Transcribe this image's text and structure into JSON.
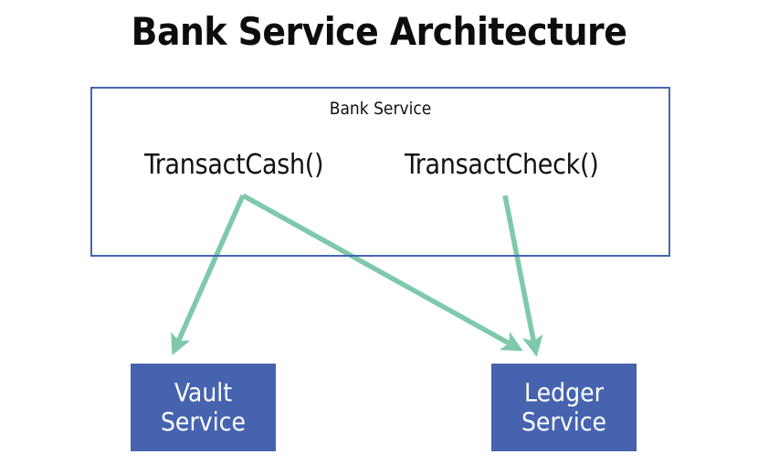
{
  "title": "Bank Service Architecture",
  "container": {
    "label": "Bank Service",
    "border_color": "#4367b4",
    "operations": [
      {
        "label": "TransactCash()"
      },
      {
        "label": "TransactCheck()"
      }
    ]
  },
  "services": [
    {
      "name": "Vault Service",
      "line1": "Vault",
      "line2": "Service",
      "fill_color": "#4663b0",
      "text_color": "#ffffff"
    },
    {
      "name": "Ledger Service",
      "line1": "Ledger",
      "line2": "Service",
      "fill_color": "#4663b0",
      "text_color": "#ffffff"
    }
  ],
  "arrows": [
    {
      "from": "TransactCash()",
      "to": "Vault Service",
      "color": "#7fc9ab"
    },
    {
      "from": "TransactCash()",
      "to": "Ledger Service",
      "color": "#7fc9ab"
    },
    {
      "from": "TransactCheck()",
      "to": "Ledger Service",
      "color": "#7fc9ab"
    }
  ],
  "colors": {
    "background": "#ffffff",
    "arrow": "#7fc9ab",
    "box_fill": "#4663b0",
    "container_border": "#4367b4",
    "text_dark": "#111111"
  }
}
